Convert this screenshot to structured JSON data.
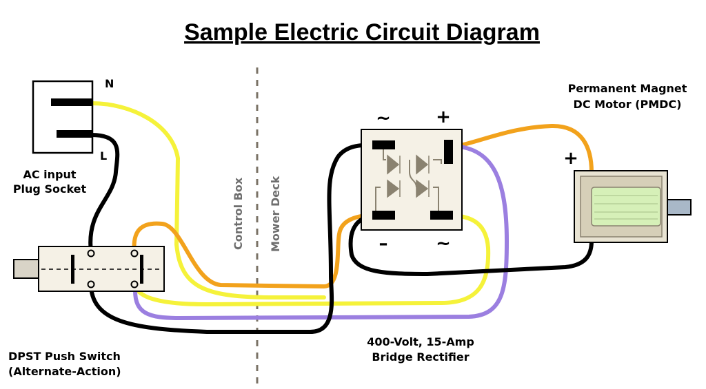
{
  "title": "Sample Electric Circuit Diagram",
  "labels": {
    "neutral": "N",
    "live": "L",
    "socket_line1": "AC input",
    "socket_line2": "Plug Socket",
    "control_box": "Control Box",
    "mower_deck": "Mower Deck",
    "switch_line1": "DPST Push Switch",
    "switch_line2": "(Alternate-Action)",
    "rectifier_line1": "400-Volt, 15-Amp",
    "rectifier_line2": "Bridge Rectifier",
    "motor_line1": "Permanent Magnet",
    "motor_line2": "DC Motor (PMDC)",
    "ac_top": "~",
    "plus_top": "+",
    "minus_bottom": "–",
    "ac_bottom": "~",
    "motor_plus": "+"
  },
  "colors": {
    "black_wire": "#000000",
    "yellow_wire": "#f5f23a",
    "orange_wire": "#f2a21c",
    "purple_wire": "#9b7fe0",
    "divider": "#7a7266",
    "component_fill": "#f5f1e6",
    "motor_fill": "#e8e3d2",
    "motor_core": "#d6f0b8",
    "shaft_fill": "#a9b8c8"
  }
}
